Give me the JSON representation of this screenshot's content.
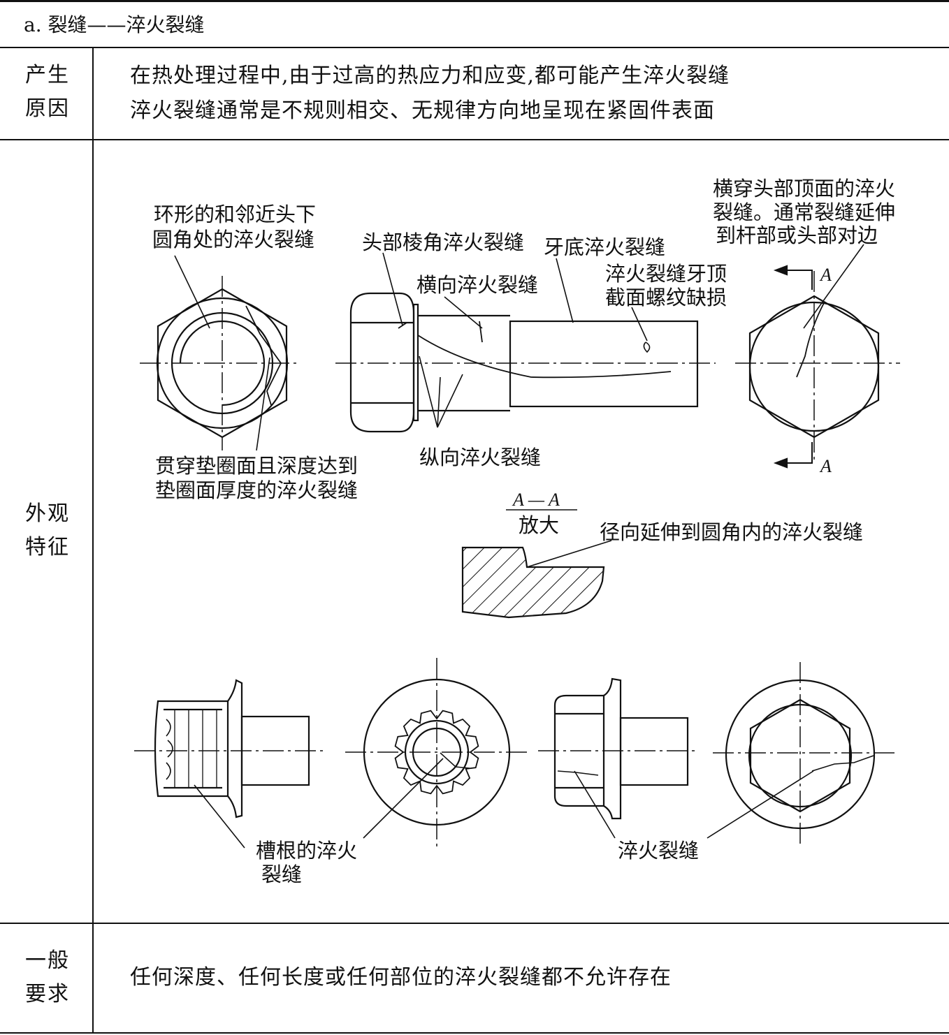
{
  "table": {
    "title": "a. 裂缝——淬火裂缝",
    "rows": {
      "cause": {
        "label_line1": "产生",
        "label_line2": "原因",
        "text_line1": "在热处理过程中,由于过高的热应力和应变,都可能产生淬火裂缝",
        "text_line2": "淬火裂缝通常是不规则相交、无规律方向地呈现在紧固件表面"
      },
      "appearance": {
        "label_line1": "外观",
        "label_line2": "特征"
      },
      "requirement": {
        "label_line1": "一般",
        "label_line2": "要求",
        "text": "任何深度、任何长度或任何部位的淬火裂缝都不允许存在"
      }
    }
  },
  "figure": {
    "callouts": {
      "ring_crack_1": "环形的和邻近头下",
      "ring_crack_2": "圆角处的淬火裂缝",
      "head_edge_crack": "头部棱角淬火裂缝",
      "transverse_crack": "横向淬火裂缝",
      "thread_root_crack": "牙底淬火裂缝",
      "thread_crest_1": "淬火裂缝牙顶",
      "thread_crest_2": "截面螺纹缺损",
      "top_cross_1": "横穿头部顶面的淬火",
      "top_cross_2": "裂缝。通常裂缝延伸",
      "top_cross_3": "到杆部或头部对边",
      "washer_crack_1": "贯穿垫圈面且深度达到",
      "washer_crack_2": "垫圈面厚度的淬火裂缝",
      "longitudinal_crack": "纵向淬火裂缝",
      "section_label": "A — A",
      "section_scale": "放大",
      "section_mark_top": "A",
      "section_mark_bottom": "A",
      "radial_crack": "径向延伸到圆角内的淬火裂缝",
      "groove_root_1": "槽根的淬火",
      "groove_root_2": "裂缝",
      "quench_crack": "淬火裂缝"
    }
  }
}
